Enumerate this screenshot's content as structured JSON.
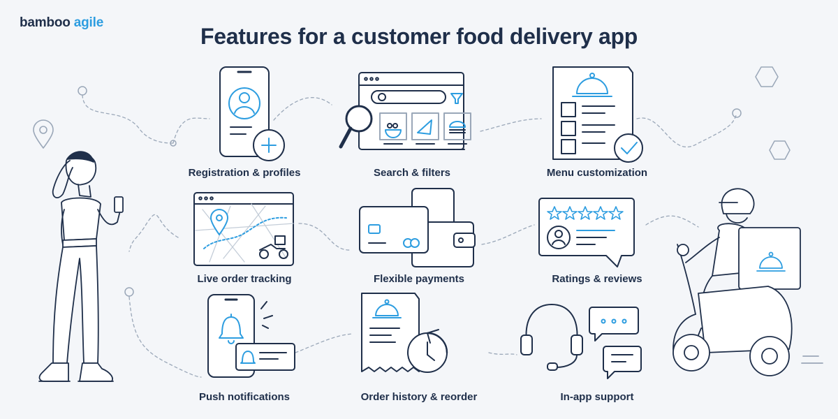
{
  "brand": {
    "name_part1": "bamboo",
    "name_part2": "agile",
    "accent_color": "#2d9de0"
  },
  "title": "Features for a customer food delivery app",
  "colors": {
    "ink": "#1f2f4a",
    "accent": "#2d9de0",
    "background": "#f4f6f9"
  },
  "features": [
    {
      "label": "Registration & profiles",
      "icon": "phone-profile-add-icon"
    },
    {
      "label": "Search & filters",
      "icon": "browser-search-filter-icon"
    },
    {
      "label": "Menu customization",
      "icon": "menu-checklist-icon"
    },
    {
      "label": "Live order tracking",
      "icon": "map-tracking-icon"
    },
    {
      "label": "Flexible payments",
      "icon": "wallet-card-icon"
    },
    {
      "label": "Ratings & reviews",
      "icon": "rating-review-icon"
    },
    {
      "label": "Push notifications",
      "icon": "phone-bell-icon"
    },
    {
      "label": "Order history & reorder",
      "icon": "receipt-clock-icon"
    },
    {
      "label": "In-app support",
      "icon": "headset-chat-icon"
    }
  ],
  "ratings_stars": 5
}
